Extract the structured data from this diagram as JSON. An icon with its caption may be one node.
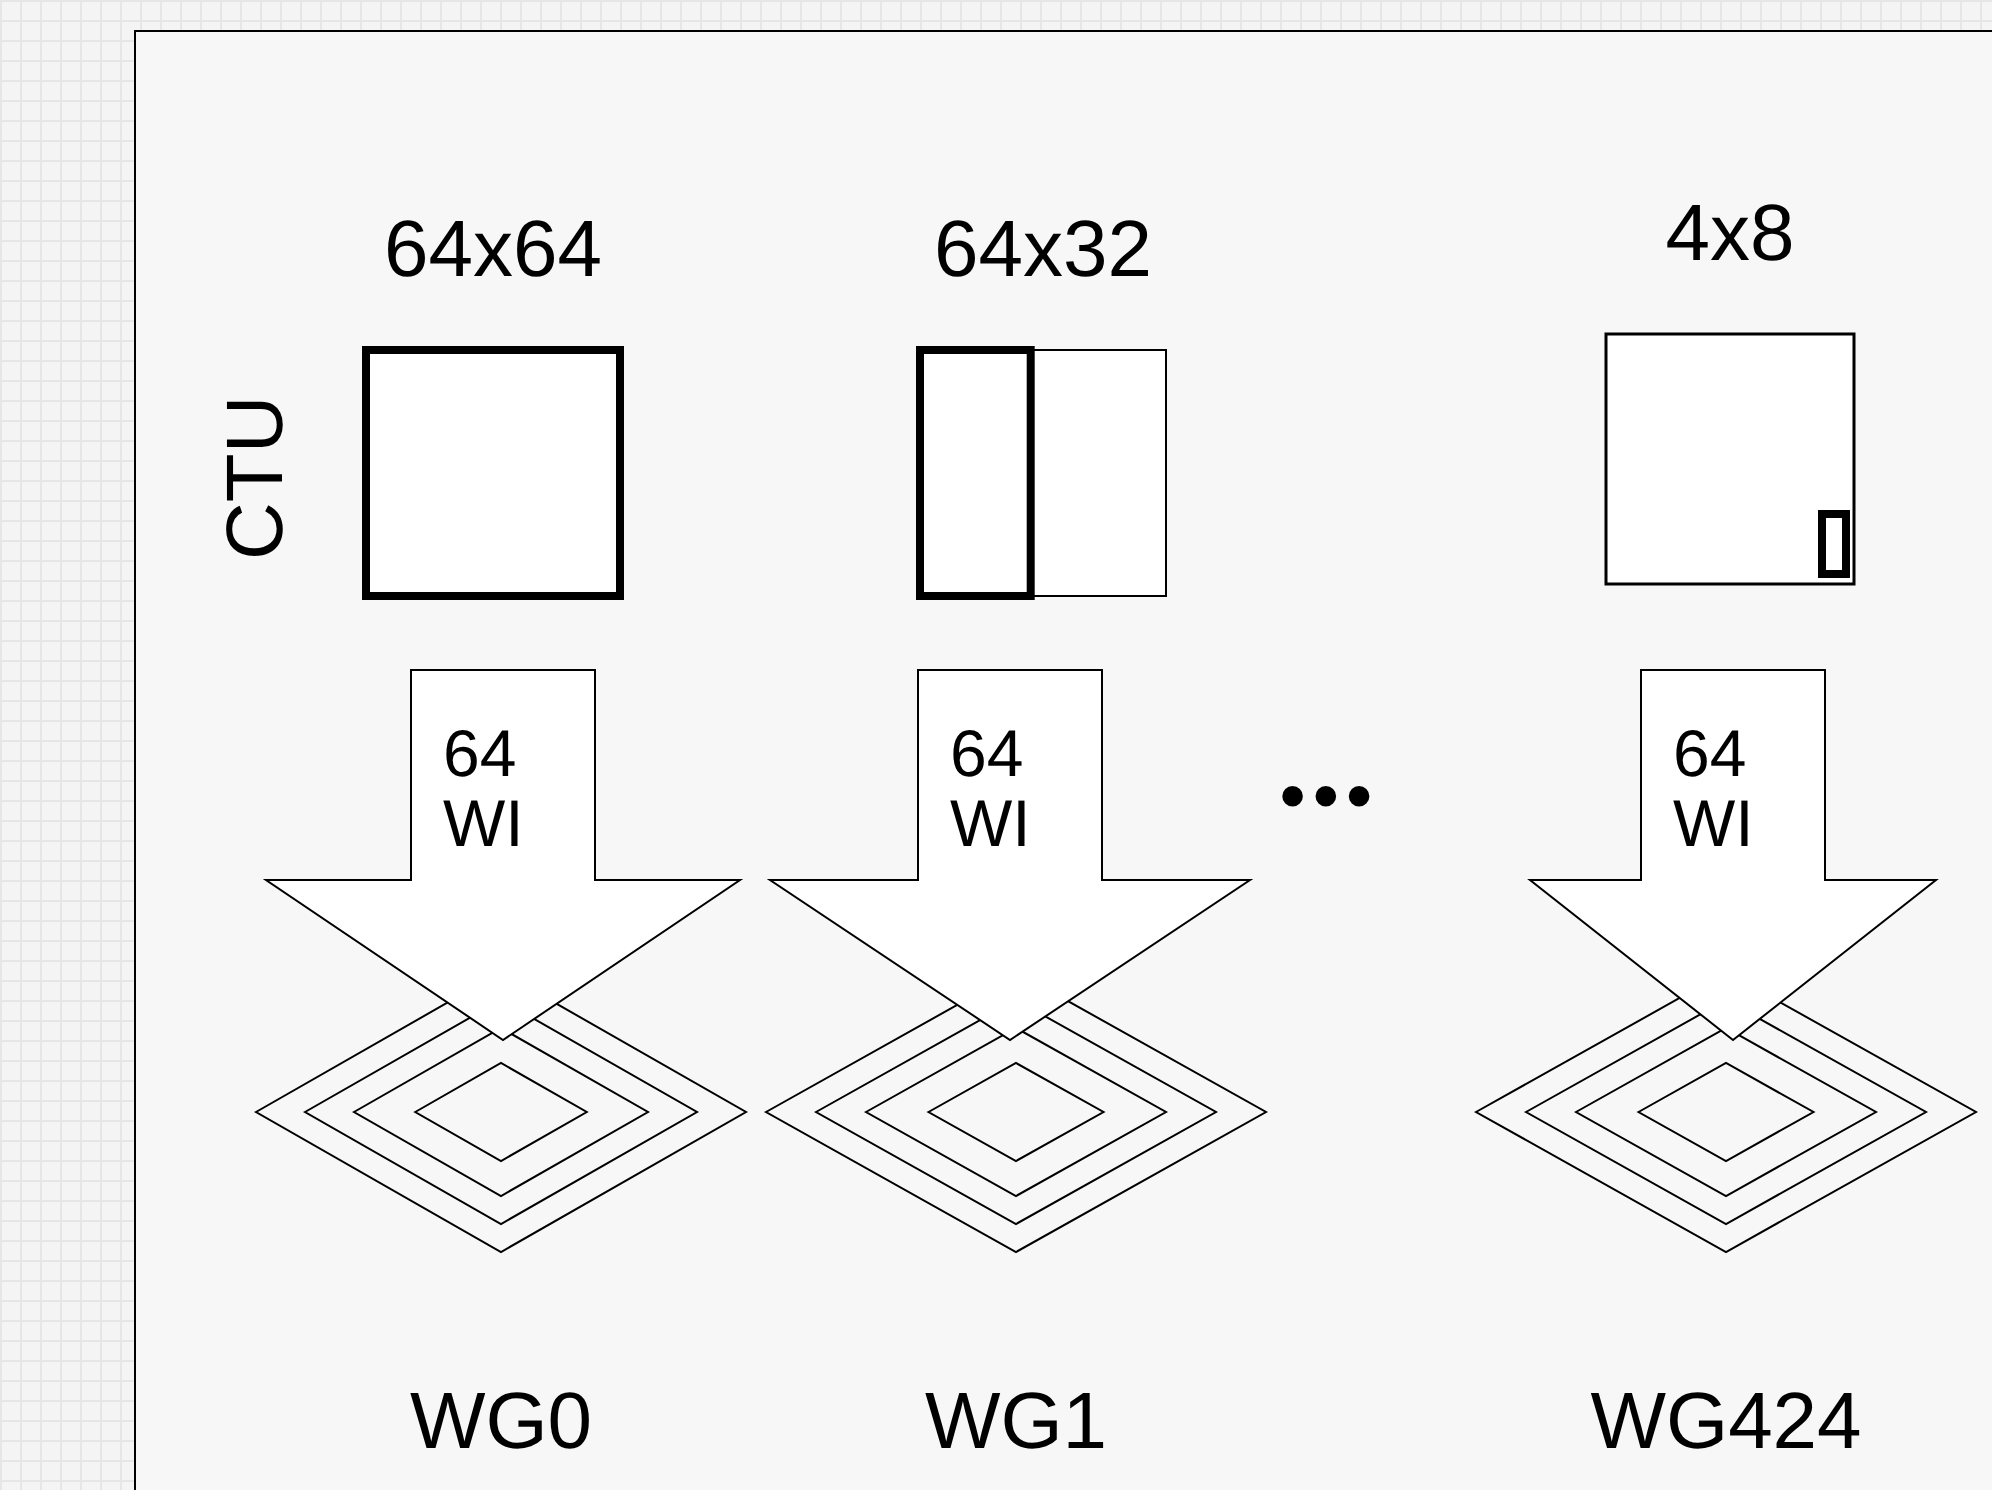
{
  "diagram": {
    "nodes": [
      {
        "text": [],
        "shape": "box",
        "beside": [
          "64x64"
        ]
      },
      {
        "text": [],
        "shape": "box",
        "beside": [
          "64x32"
        ]
      },
      {
        "text": [],
        "shape": "box",
        "beside": [
          "4x8"
        ]
      },
      {
        "text": [
          "64 WI"
        ]
      },
      {
        "text": [
          "64 WI"
        ]
      },
      {
        "text": [
          "64 WI"
        ]
      },
      {
        "text": [],
        "shape": "diamond",
        "beside": [
          "WG0"
        ]
      },
      {
        "text": [],
        "shape": "diamond",
        "beside": [
          "WG1"
        ]
      },
      {
        "text": [],
        "shape": "diamond",
        "beside": [
          "WG424"
        ]
      }
    ],
    "labels": [
      "CTU",
      "•••"
    ]
  }
}
